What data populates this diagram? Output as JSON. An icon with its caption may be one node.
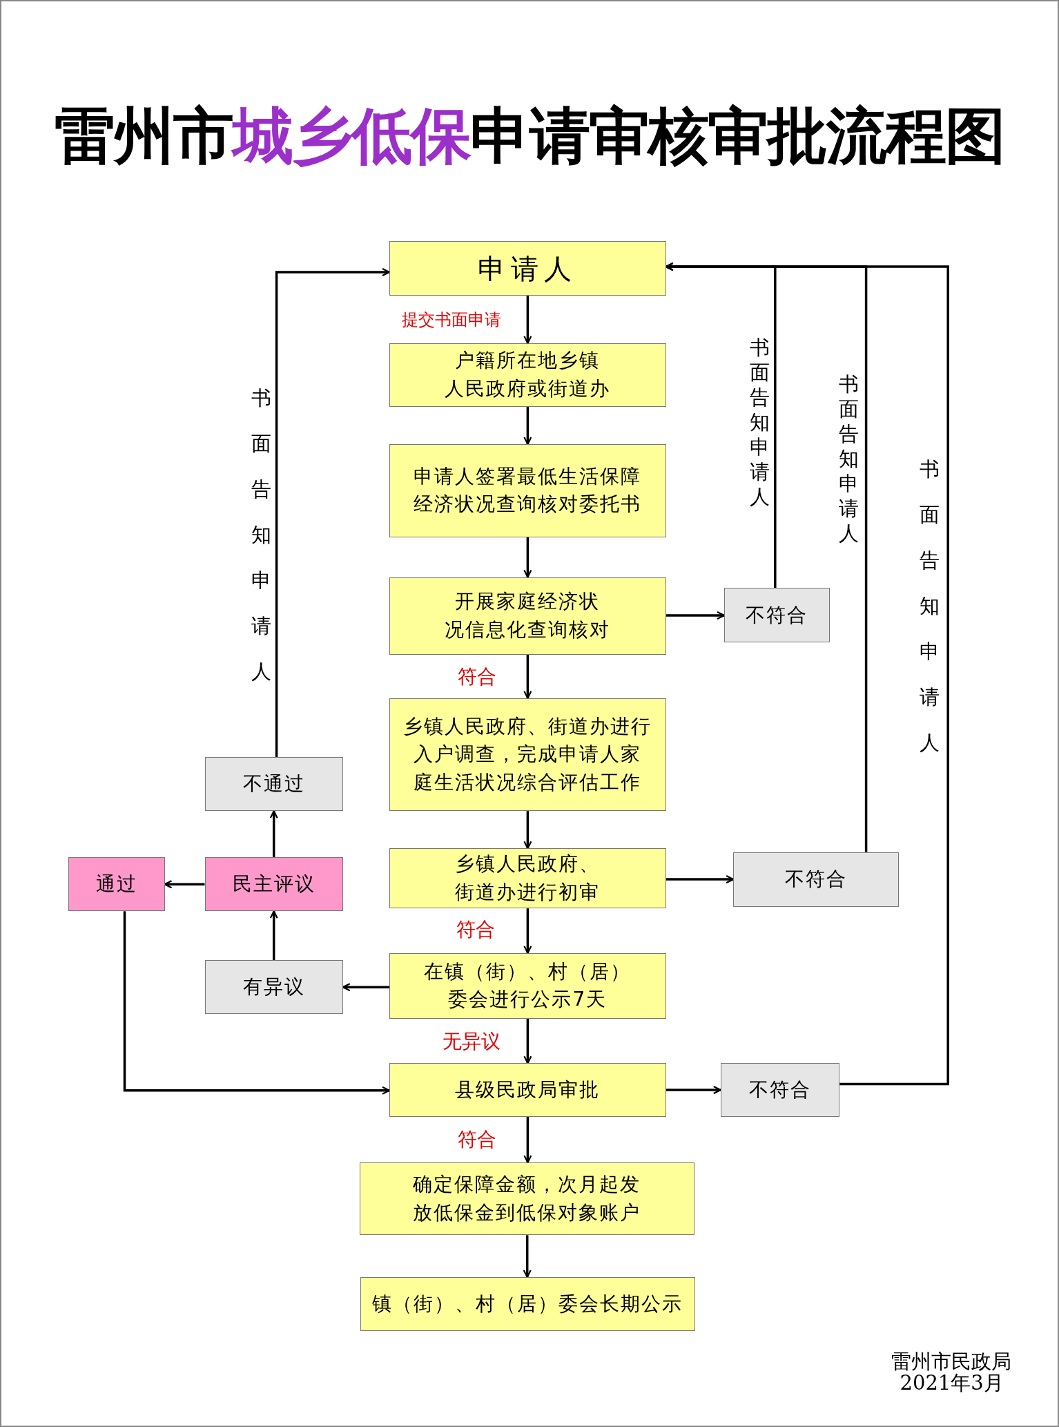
{
  "diagram": {
    "title": "雷州市**城乡低保**申请审核审批流程图",
    "nodes": [
      {
        "text": [
          "申请人"
        ]
      },
      {
        "text": [
          "户籍所在地乡镇人民政府或街道办"
        ]
      },
      {
        "text": [
          "申请人签署最低生活保障经济状况查询核对委托书"
        ]
      },
      {
        "text": [
          "开展家庭经济状况信息化查询核对"
        ]
      },
      {
        "text": [
          "不符合"
        ]
      },
      {
        "text": [
          "乡镇人民政府、街道办进行入户调查，完成申请人家庭生活状况综合评估工作"
        ]
      },
      {
        "text": [
          "乡镇人民政府、街道办进行初审"
        ]
      },
      {
        "text": [
          "不符合"
        ]
      },
      {
        "text": [
          "在镇（街）、村（居）委会进行公示7天"
        ]
      },
      {
        "text": [
          "有异议"
        ]
      },
      {
        "text": [
          "民主评议"
        ]
      },
      {
        "text": [
          "不通过"
        ]
      },
      {
        "text": [
          "通过"
        ]
      },
      {
        "text": [
          "县级民政局审批"
        ]
      },
      {
        "text": [
          "不符合"
        ]
      },
      {
        "text": [
          "确定保障金额，次月起发放低保金到低保对象账户"
        ]
      },
      {
        "text": [
          "镇（街）、村（居）委会长期公示"
        ]
      }
    ],
    "edges": [
      {
        "from": 0,
        "to": 1,
        "arrow": "to",
        "label": "提交书面申请"
      },
      {
        "from": 1,
        "to": 2,
        "arrow": "to"
      },
      {
        "from": 2,
        "to": 3,
        "arrow": "to"
      },
      {
        "from": 3,
        "to": 4,
        "arrow": "to"
      },
      {
        "from": 3,
        "to": 5,
        "arrow": "to",
        "label": "符合"
      },
      {
        "from": 5,
        "to": 6,
        "arrow": "to"
      },
      {
        "from": 6,
        "to": 7,
        "arrow": "to"
      },
      {
        "from": 6,
        "to": 8,
        "arrow": "to",
        "label": "符合"
      },
      {
        "from": 8,
        "to": 9,
        "arrow": "to"
      },
      {
        "from": 9,
        "to": 10,
        "arrow": "to"
      },
      {
        "from": 10,
        "to": 11,
        "arrow": "to"
      },
      {
        "from": 10,
        "to": 12,
        "arrow": "to"
      },
      {
        "from": 8,
        "to": 13,
        "arrow": "to",
        "label": "无异议"
      },
      {
        "from": 12,
        "to": 13,
        "arrow": "to"
      },
      {
        "from": 11,
        "to": 0,
        "arrow": "to",
        "label": "书面告知申请人"
      },
      {
        "from": 13,
        "to": 14,
        "arrow": "to"
      },
      {
        "from": 13,
        "to": 15,
        "arrow": "to",
        "label": "符合"
      },
      {
        "from": 15,
        "to": 16,
        "arrow": "to"
      },
      {
        "from": 4,
        "to": 0,
        "arrow": "to",
        "label": "书面告知申请人"
      },
      {
        "from": 7,
        "to": 0,
        "arrow": "to",
        "label": "书面告知申请人"
      },
      {
        "from": 14,
        "to": 0,
        "arrow": "to",
        "label": "书面告知申请人"
      }
    ],
    "labels": [
      "雷州市民政局",
      "2021年3月"
    ]
  }
}
